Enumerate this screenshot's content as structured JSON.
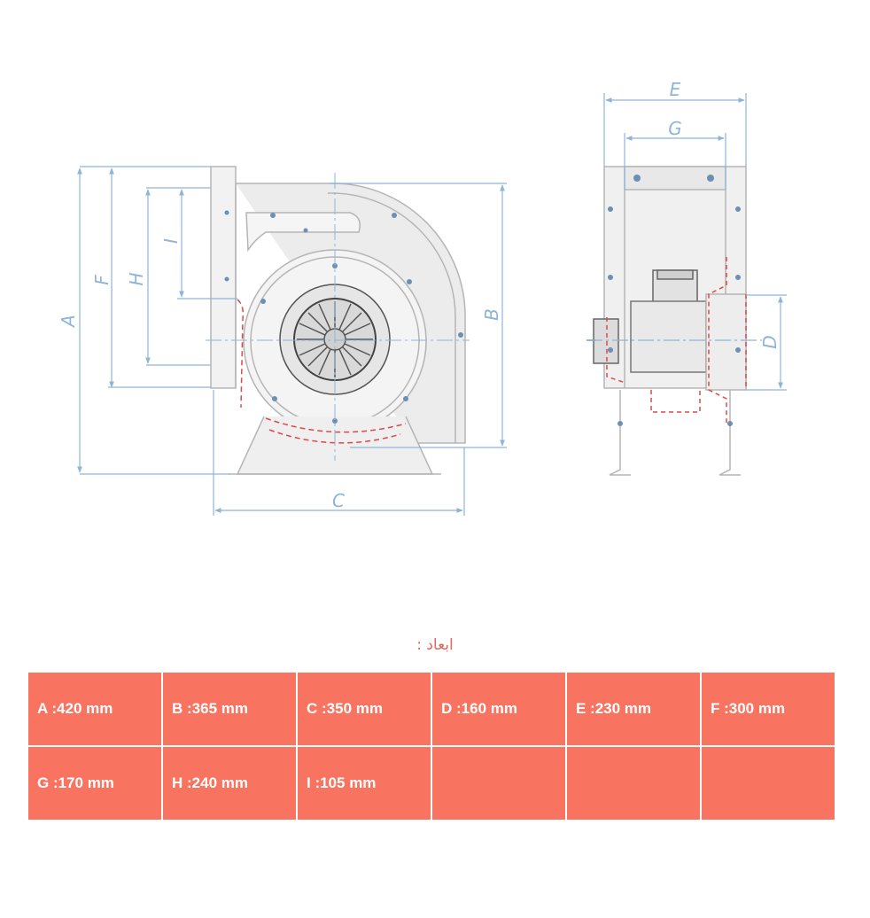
{
  "diagram": {
    "labels": {
      "A": "A",
      "B": "B",
      "C": "C",
      "D": "D",
      "E": "E",
      "F": "F",
      "G": "G",
      "H": "H",
      "I": "I"
    }
  },
  "caption": "ابعاد :",
  "table": {
    "rows": [
      [
        "A :420 mm",
        "B :365 mm",
        "C :350 mm",
        "D :160 mm",
        "E :230 mm",
        "F :300 mm"
      ],
      [
        "G :170 mm",
        "H :240 mm",
        "I :105 mm",
        "",
        "",
        ""
      ]
    ]
  },
  "colors": {
    "dimension_line": "#8fb4d8",
    "cell_bg": "#f87461",
    "caption": "#e8655a",
    "outline": "#b5b5b5",
    "highlight": "#e04848"
  }
}
